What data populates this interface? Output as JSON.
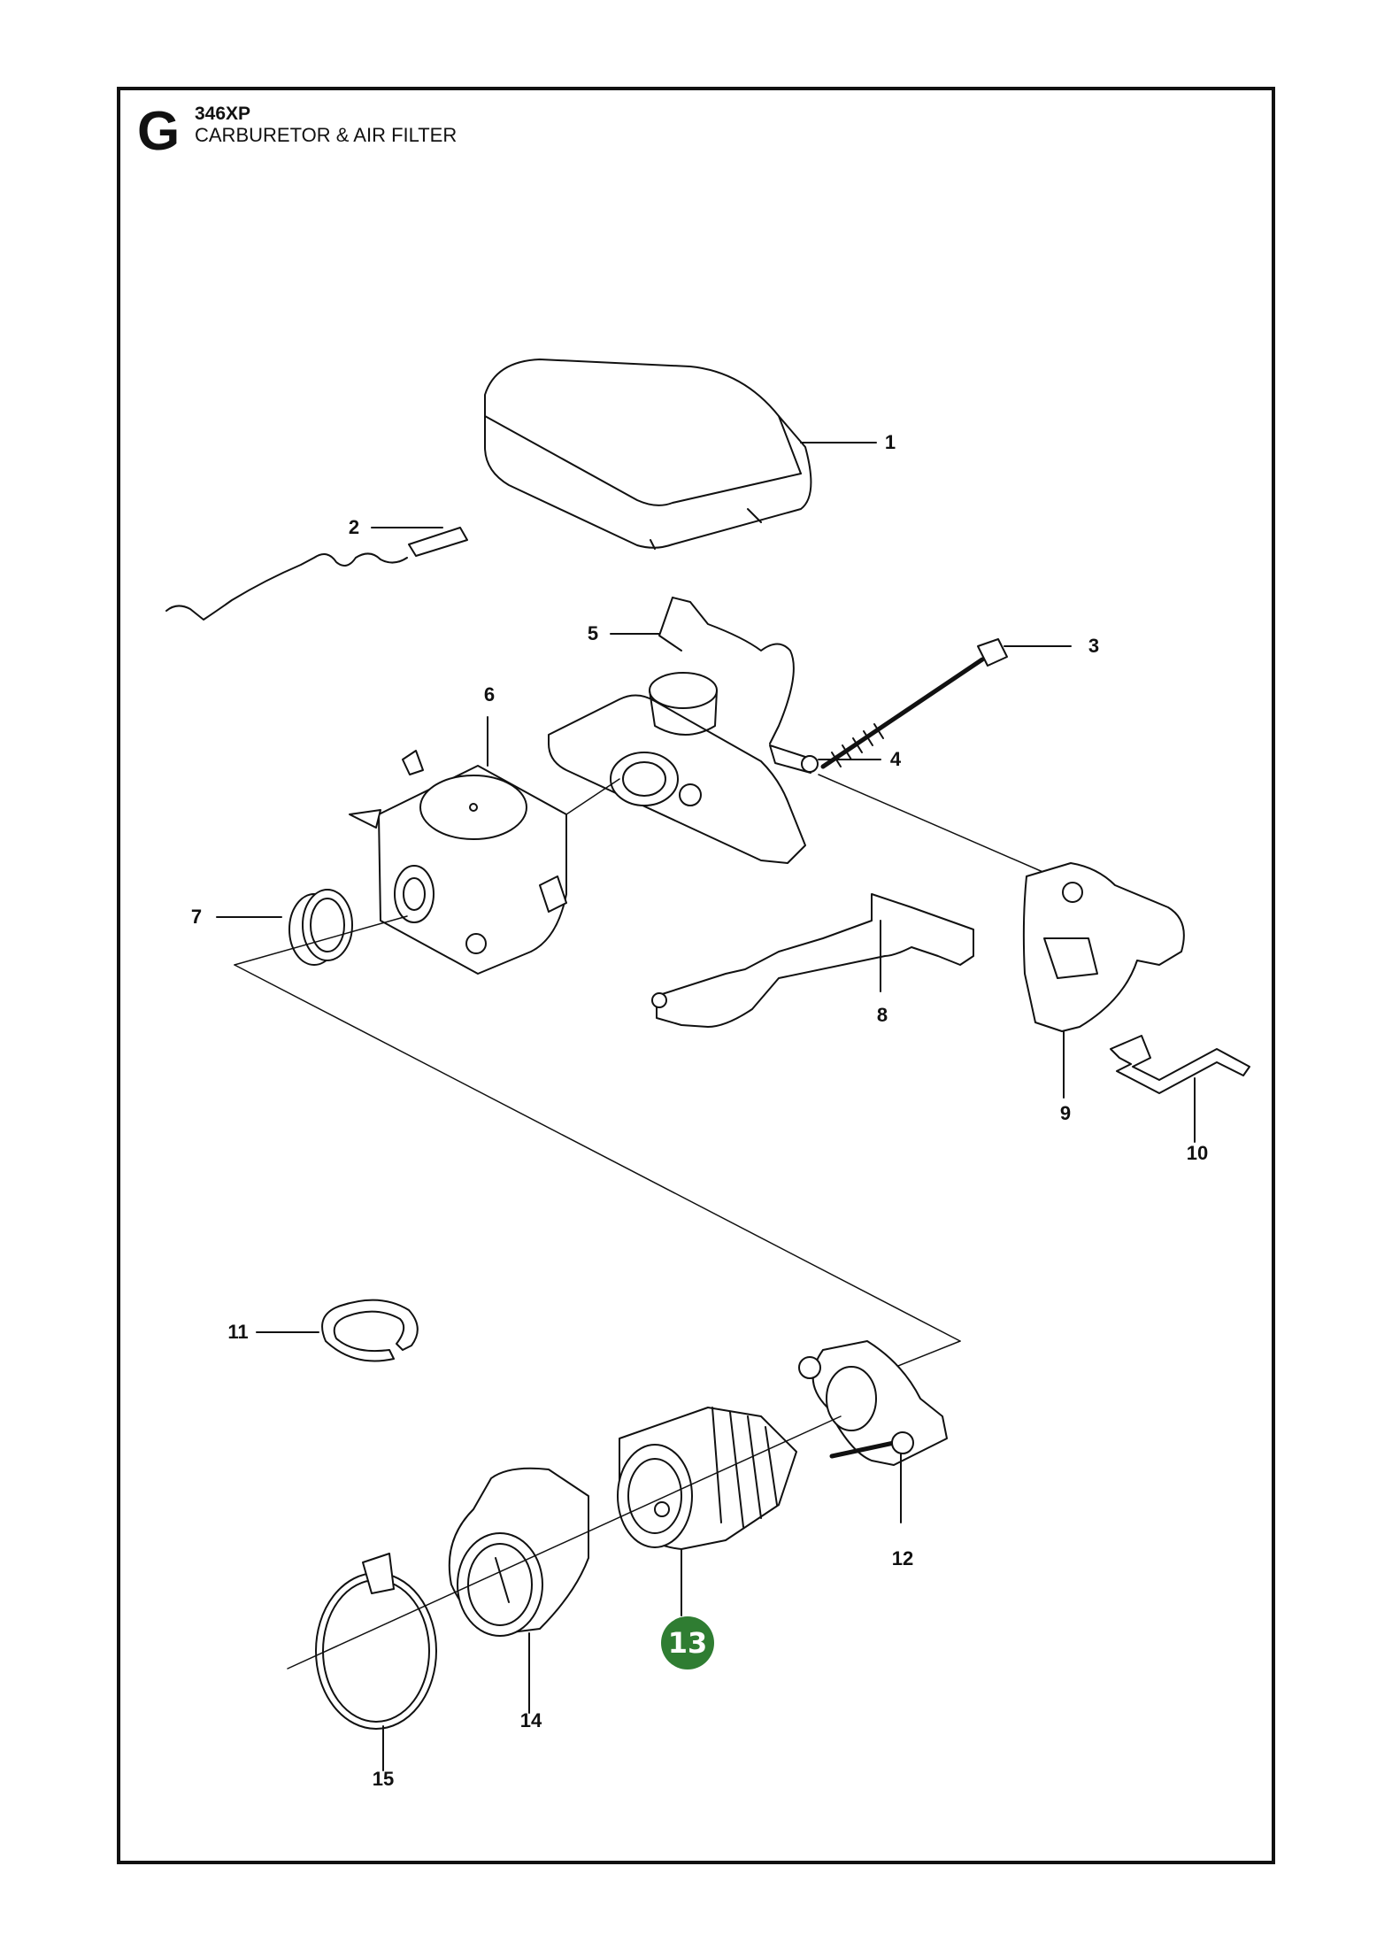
{
  "header": {
    "section_letter": "G",
    "model": "346XP",
    "title": "CARBURETOR & AIR FILTER"
  },
  "parts": [
    {
      "id": "1",
      "number": "1",
      "name": "air-filter-cover"
    },
    {
      "id": "2",
      "number": "2",
      "name": "choke-rod"
    },
    {
      "id": "3",
      "number": "3",
      "name": "screw"
    },
    {
      "id": "4",
      "number": "4",
      "name": "sleeve"
    },
    {
      "id": "5",
      "number": "5",
      "name": "carburetor-holder"
    },
    {
      "id": "6",
      "number": "6",
      "name": "carburetor"
    },
    {
      "id": "7",
      "number": "7",
      "name": "ring"
    },
    {
      "id": "8",
      "number": "8",
      "name": "lever"
    },
    {
      "id": "9",
      "number": "9",
      "name": "bracket"
    },
    {
      "id": "10",
      "number": "10",
      "name": "spring"
    },
    {
      "id": "11",
      "number": "11",
      "name": "retaining-ring"
    },
    {
      "id": "12",
      "number": "12",
      "name": "hose-clamp"
    },
    {
      "id": "14",
      "number": "14",
      "name": "flange"
    },
    {
      "id": "15",
      "number": "15",
      "name": "clamp"
    }
  ],
  "highlighted_part": {
    "number": "13",
    "name": "intake-boot"
  },
  "colors": {
    "highlight": "#2f7d32",
    "ink": "#111111"
  }
}
